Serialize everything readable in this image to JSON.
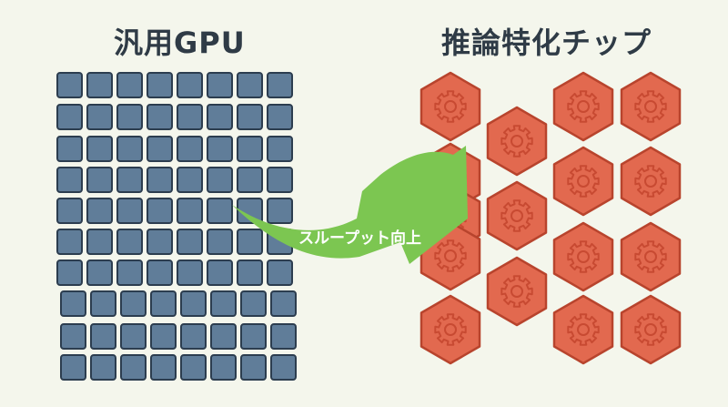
{
  "left_title": "汎用GPU",
  "right_title": "推論特化チップ",
  "arrow_label": "スループット向上",
  "colors": {
    "background": "#f4f6ec",
    "core_fill": "#607d99",
    "core_stroke": "#2c3d4f",
    "chip_fill": "#e2694f",
    "chip_stroke": "#b8442d",
    "gear_stroke": "#c84a32",
    "arrow_fill": "#7cc651"
  },
  "icons": {
    "gpu_core": "square-core-icon",
    "chip": "hexagon-gear-icon"
  },
  "gpu_grid": {
    "rows": 10,
    "cols": 8
  },
  "chip_hexagons": 16
}
